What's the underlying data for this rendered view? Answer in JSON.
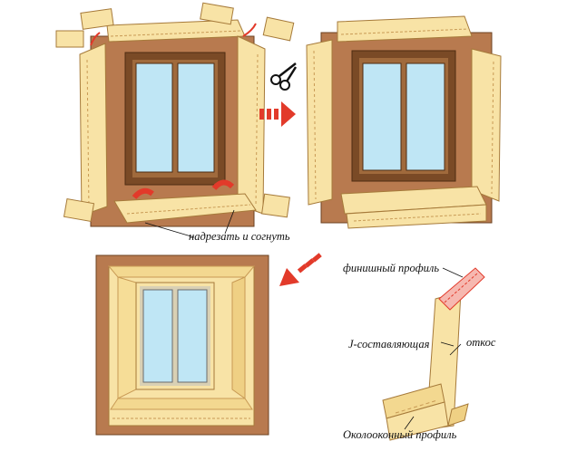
{
  "labels": {
    "cut_and_bend": "надрезать и согнуть",
    "finish_profile": "финишный профиль",
    "j_component": "J-составляющая",
    "slope": "откос",
    "window_profile": "Околооконный профиль"
  },
  "colors": {
    "wall": "#b87a4f",
    "wall_dark": "#8a5632",
    "panel": "#f8e3a6",
    "panel_edge": "#c89a55",
    "frame": "#7a4a26",
    "frame_light": "#a06a3c",
    "glass": "#bfe6f5",
    "arrow_red": "#e23a2a",
    "pink_profile": "#f6b8b0"
  },
  "icons": {
    "scissors": "scissors-icon",
    "step_arrow": "dashed-arrow-icon"
  }
}
